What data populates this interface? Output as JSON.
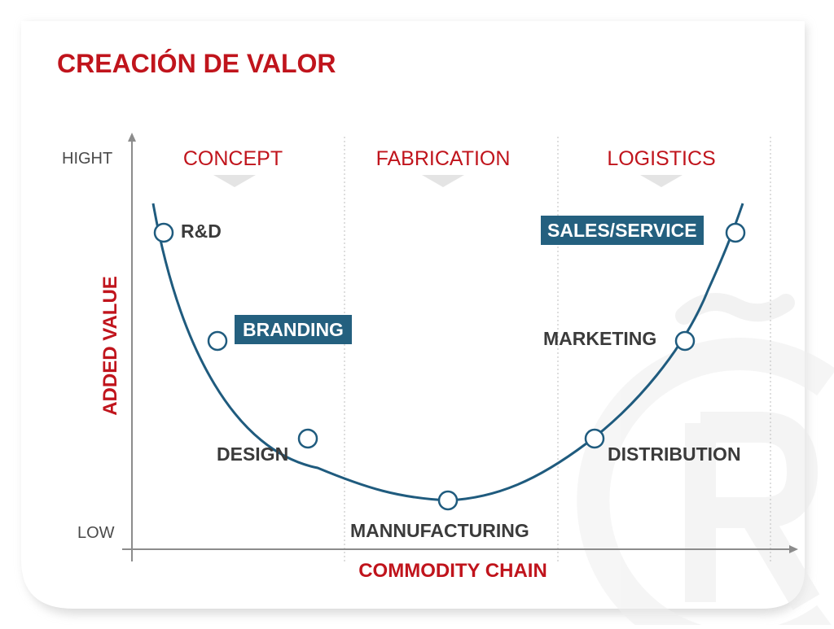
{
  "title": "CREACIÓN DE VALOR",
  "axes": {
    "y_label": "ADDED VALUE",
    "x_label": "COMMODITY CHAIN",
    "y_high": "HIGHT",
    "y_low": "LOW"
  },
  "phases": [
    {
      "label": "CONCEPT"
    },
    {
      "label": "FABRICATION"
    },
    {
      "label": "LOGISTICS"
    }
  ],
  "stages": [
    {
      "label": "R&D",
      "highlighted": false
    },
    {
      "label": "BRANDING",
      "highlighted": true
    },
    {
      "label": "DESIGN",
      "highlighted": false
    },
    {
      "label": "MANNUFACTURING",
      "highlighted": false
    },
    {
      "label": "DISTRIBUTION",
      "highlighted": false
    },
    {
      "label": "MARKETING",
      "highlighted": false
    },
    {
      "label": "SALES/SERVICE",
      "highlighted": true
    }
  ],
  "watermark": "R̃",
  "colors": {
    "title": "#c0141c",
    "curve": "#1f5b7e",
    "highlight_box": "#24607f",
    "stage_text": "#3b3b3b",
    "axis": "#888888",
    "panel_border": "#e6e6e6"
  }
}
